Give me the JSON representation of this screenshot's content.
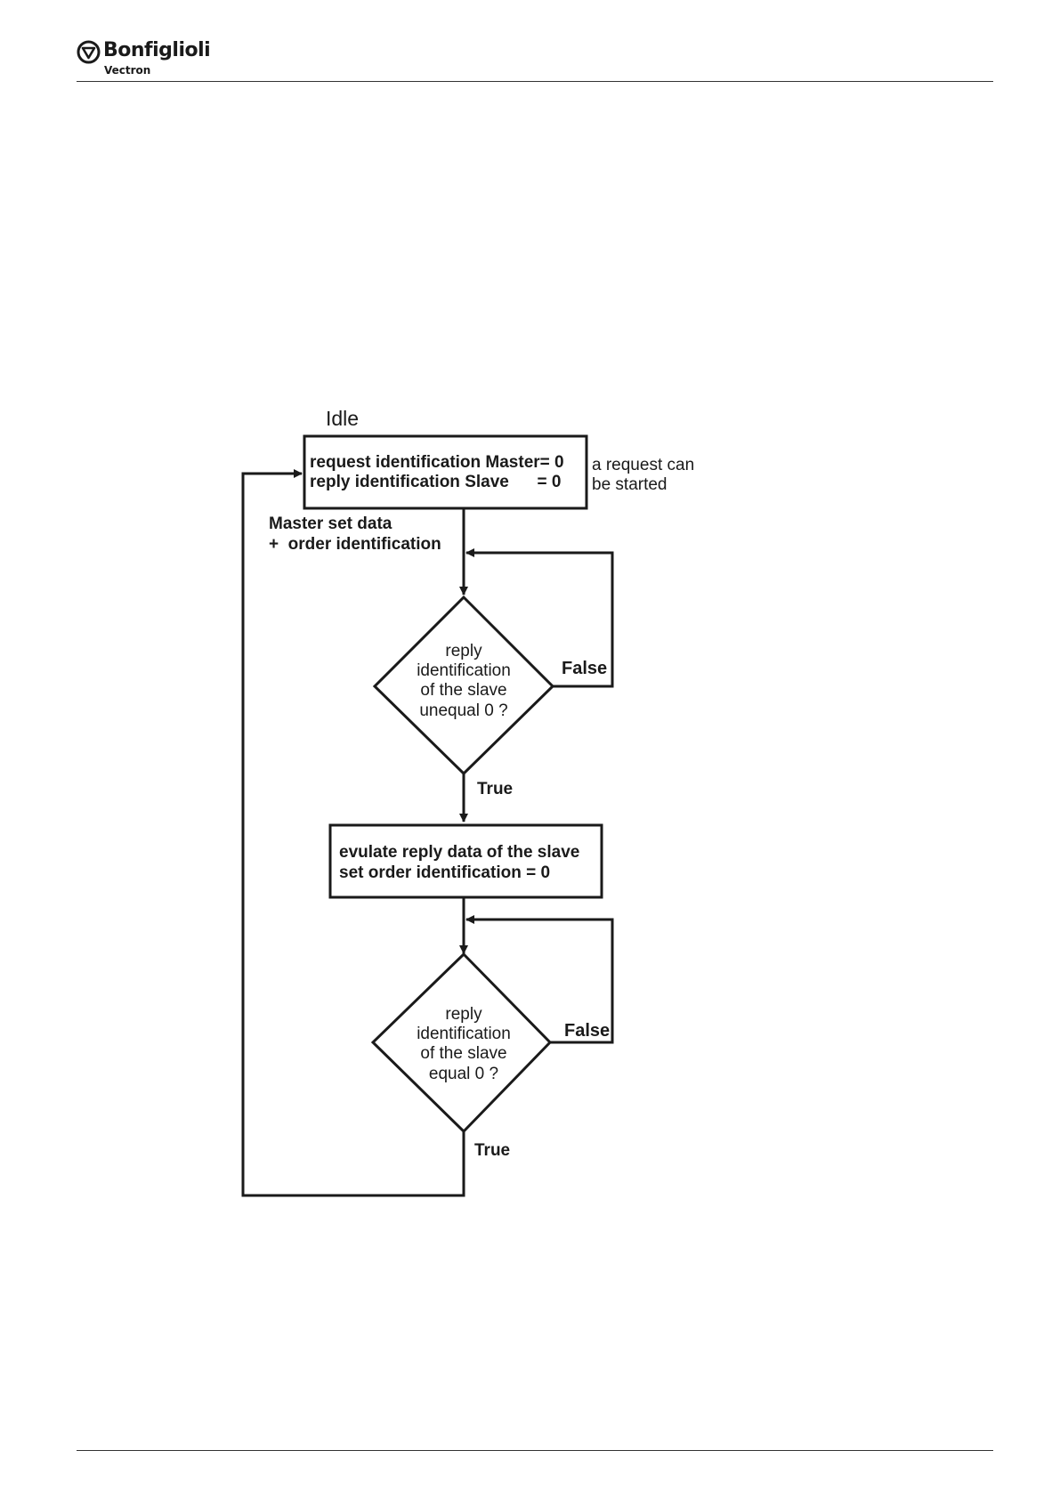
{
  "header": {
    "brand": "Bonfiglioli",
    "sub_brand": "Vectron",
    "logo_icon": "bonfiglioli-logo-icon"
  },
  "flowchart": {
    "state_title": "Idle",
    "idle_box": {
      "line1": "request identification Master= 0",
      "line2": "reply identification Slave      = 0"
    },
    "idle_note": {
      "line1": "a request can",
      "line2": "be started"
    },
    "master_action": {
      "line1": "Master set data",
      "line2": "+  order identification"
    },
    "decision1": {
      "lines": [
        "reply",
        "identification",
        "of the slave",
        "unequal 0 ?"
      ],
      "false_label": "False",
      "true_label": "True"
    },
    "evaluate_box": {
      "line1": "evulate reply data of the slave",
      "line2": "set order identification = 0"
    },
    "decision2": {
      "lines": [
        "reply",
        "identification",
        "of the slave",
        "equal 0 ?"
      ],
      "false_label": "False",
      "true_label": "True"
    },
    "colors": {
      "stroke": "#1a1a1a",
      "background": "#ffffff"
    }
  }
}
